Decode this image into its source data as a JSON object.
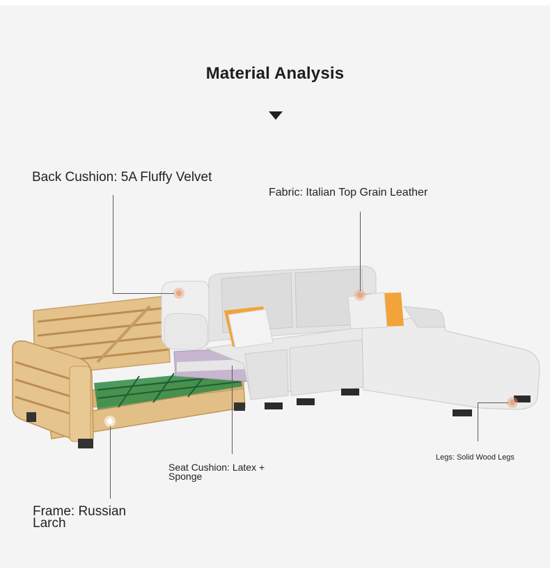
{
  "title": "Material Analysis",
  "labels": {
    "back_cushion": "Back Cushion: 5A Fluffy Velvet",
    "fabric": "Fabric: Italian Top Grain Leather",
    "seat_cushion": "Seat Cushion: Latex + Sponge",
    "legs": "Legs: Solid Wood Legs",
    "frame": "Frame: Russian Larch"
  },
  "colors": {
    "background": "#f4f4f4",
    "leather": "#e3e3e3",
    "wood": "#e2bf86",
    "springs": "#2f8a45",
    "accent_orange": "#f2a33a",
    "marker": "#e7a580"
  }
}
